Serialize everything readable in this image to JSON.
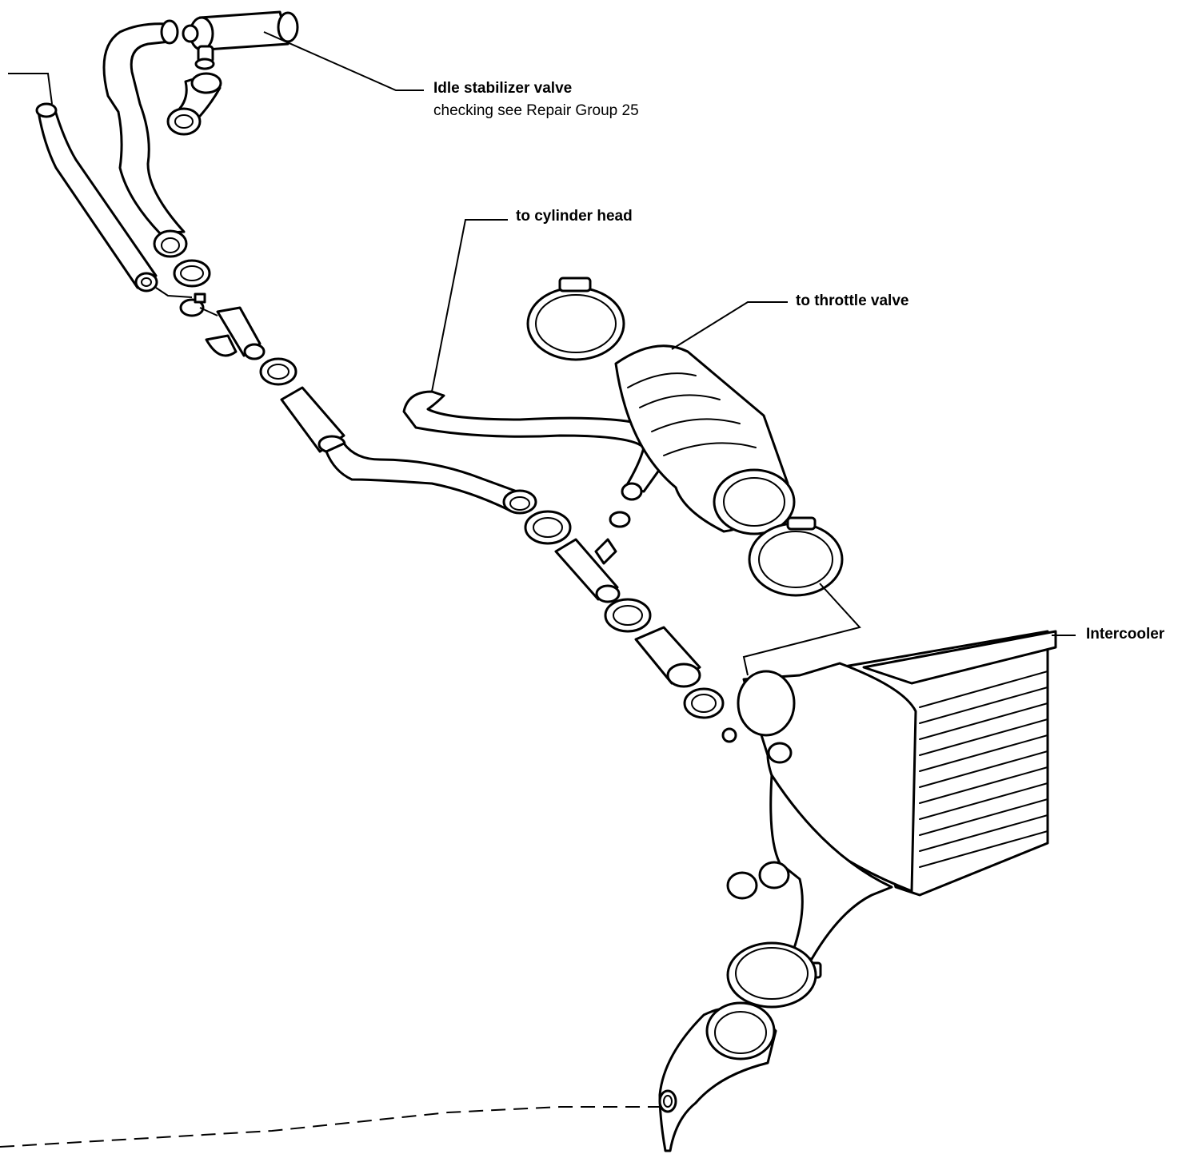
{
  "callouts": {
    "idle_stabilizer_valve": "Idle stabilizer valve",
    "idle_stabilizer_note": "checking see Repair Group 25",
    "to_cylinder_head": "to cylinder head",
    "to_throttle_valve": "to throttle valve",
    "intercooler": "Intercooler"
  },
  "colors": {
    "line": "#000000",
    "background": "#ffffff"
  }
}
